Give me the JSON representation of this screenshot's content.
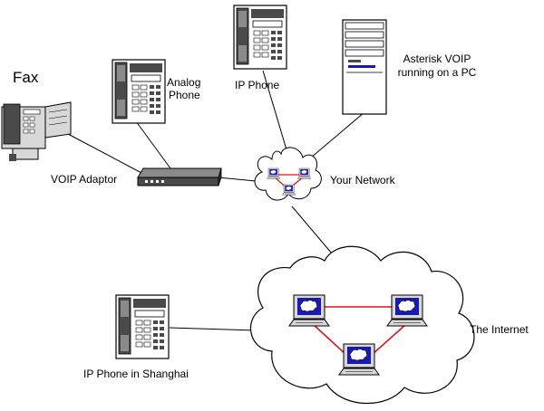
{
  "labels": {
    "fax": "Fax",
    "analog_phone_line1": "Analog",
    "analog_phone_line2": "Phone",
    "ip_phone": "IP Phone",
    "asterisk_line1": "Asterisk VOIP",
    "asterisk_line2": "running on a PC",
    "voip_adaptor": "VOIP Adaptor",
    "your_network": "Your Network",
    "the_internet": "The Internet",
    "ip_phone_shanghai": "IP Phone in Shanghai"
  },
  "colors": {
    "line": "#000000",
    "link": "#e0141e",
    "device_dark": "#4a4a4a",
    "device_light": "#d8d8d8",
    "screen_blue": "#1a1ab0",
    "cloud_fill": "#ffffff"
  },
  "icons": {
    "fax": "fax-machine-icon",
    "phone": "desk-phone-icon",
    "server": "pc-tower-icon",
    "adaptor": "voip-adaptor-icon",
    "computer": "computer-terminal-icon",
    "cloud": "network-cloud-icon"
  }
}
